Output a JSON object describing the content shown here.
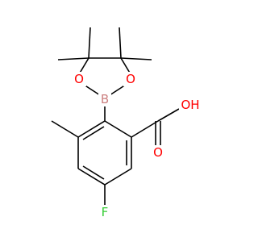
{
  "molecule": {
    "atoms": {
      "boron": {
        "label": "B",
        "color": "#CC8080"
      },
      "ring_oxygen_left": {
        "label": "O",
        "color": "#FF0000"
      },
      "ring_oxygen_right": {
        "label": "O",
        "color": "#FF0000"
      },
      "hydroxyl": {
        "label": "OH",
        "color": "#FF0000"
      },
      "carbonyl_oxygen": {
        "label": "O",
        "color": "#FF0000"
      },
      "fluorine": {
        "label": "F",
        "color": "#33CC33"
      }
    },
    "bond_color": "#000000"
  }
}
